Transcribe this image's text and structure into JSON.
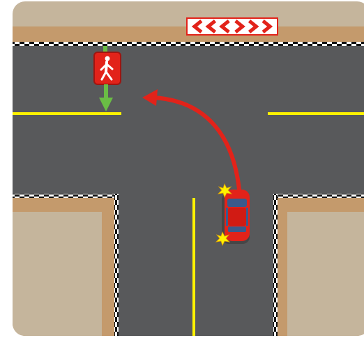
{
  "scene": {
    "type": "T-intersection",
    "colors": {
      "frame_bg": "#c5b59c",
      "sidewalk": "#c49a6c",
      "road": "#58595b",
      "centerline": "#fff200",
      "chevron": "#e2231a",
      "arrow": "#e2231a",
      "signal_box": "#e2231a",
      "pedestrian_arrow": "#6abd45",
      "car_body": "#e2231a",
      "car_glass": "#3b5a8c",
      "blinker": "#fff200"
    },
    "road_sign": {
      "type": "chevron-alignment",
      "chevron_count": 6
    },
    "pedestrian_signal": {
      "icon": "walking-person-icon",
      "state": "walk",
      "arrow": "down"
    },
    "turn_arrow": {
      "direction": "left"
    },
    "car": {
      "color": "red",
      "blinkers": "on"
    }
  }
}
